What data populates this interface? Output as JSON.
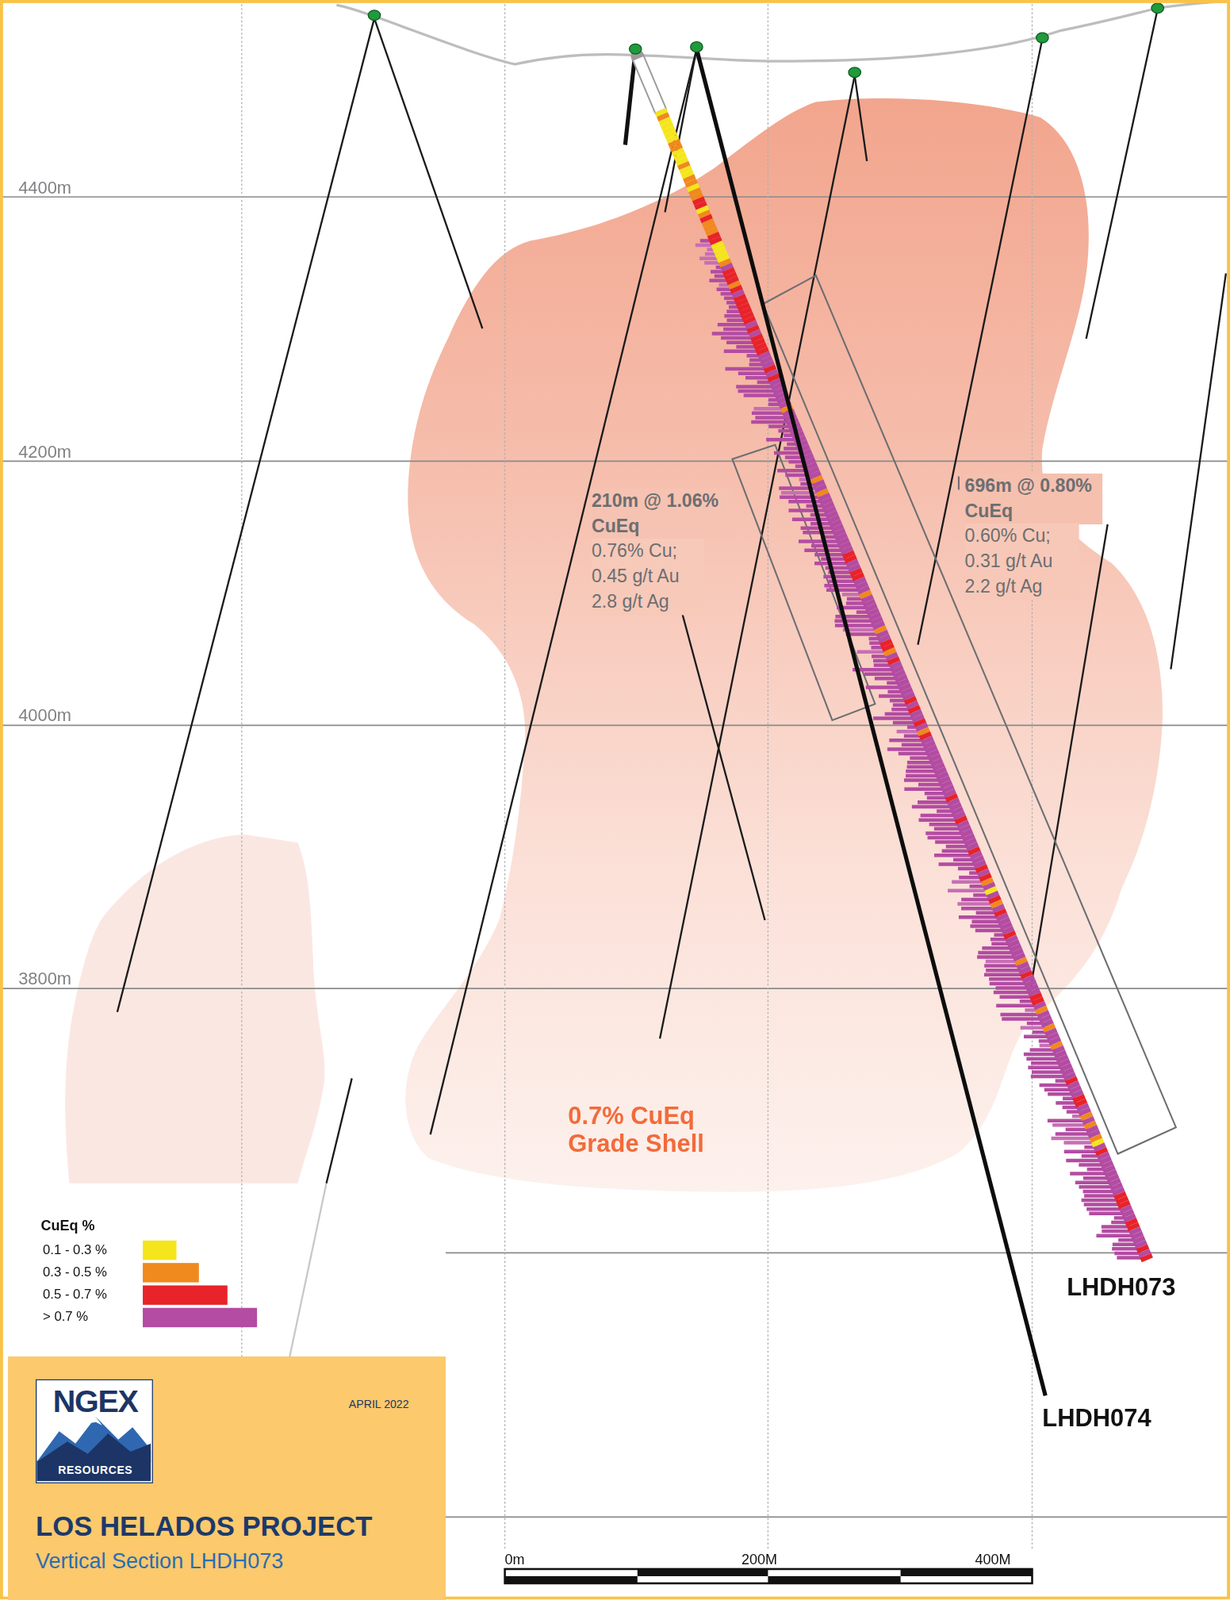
{
  "diagram": {
    "nodes": [
      {
        "text": [
          "APRIL 2022",
          "LOS HELADOS PROJECT",
          "Vertical Section LHDH073"
        ]
      },
      {
        "text": [
          "NGEX",
          "RESOURCES"
        ],
        "in": 0
      }
    ],
    "labels": [
      "4400m",
      "4200m",
      "4000m",
      "3800m",
      "210m @ 1.06% CuEq",
      "0.76% Cu; 0.45 g/t Au 2.8 g/t Ag",
      "696m @ 0.80% CuEq",
      "0.60% Cu; 0.31 g/t Au 2.2 g/t Ag",
      "0.7% CuEq Grade Shell",
      "LHDH073",
      "LHDH074",
      "CuEq %",
      "0m",
      "200M",
      "400M"
    ],
    "legend": [
      {
        "text": "0.1 - 0.3 %",
        "color": "#f5e51d"
      },
      {
        "text": "0.3 - 0.5 %",
        "color": "#f0891e"
      },
      {
        "text": "0.5 - 0.7 %",
        "color": "#e8232a"
      },
      {
        "text": "> 0.7 %",
        "color": "#b34ca2"
      }
    ]
  }
}
